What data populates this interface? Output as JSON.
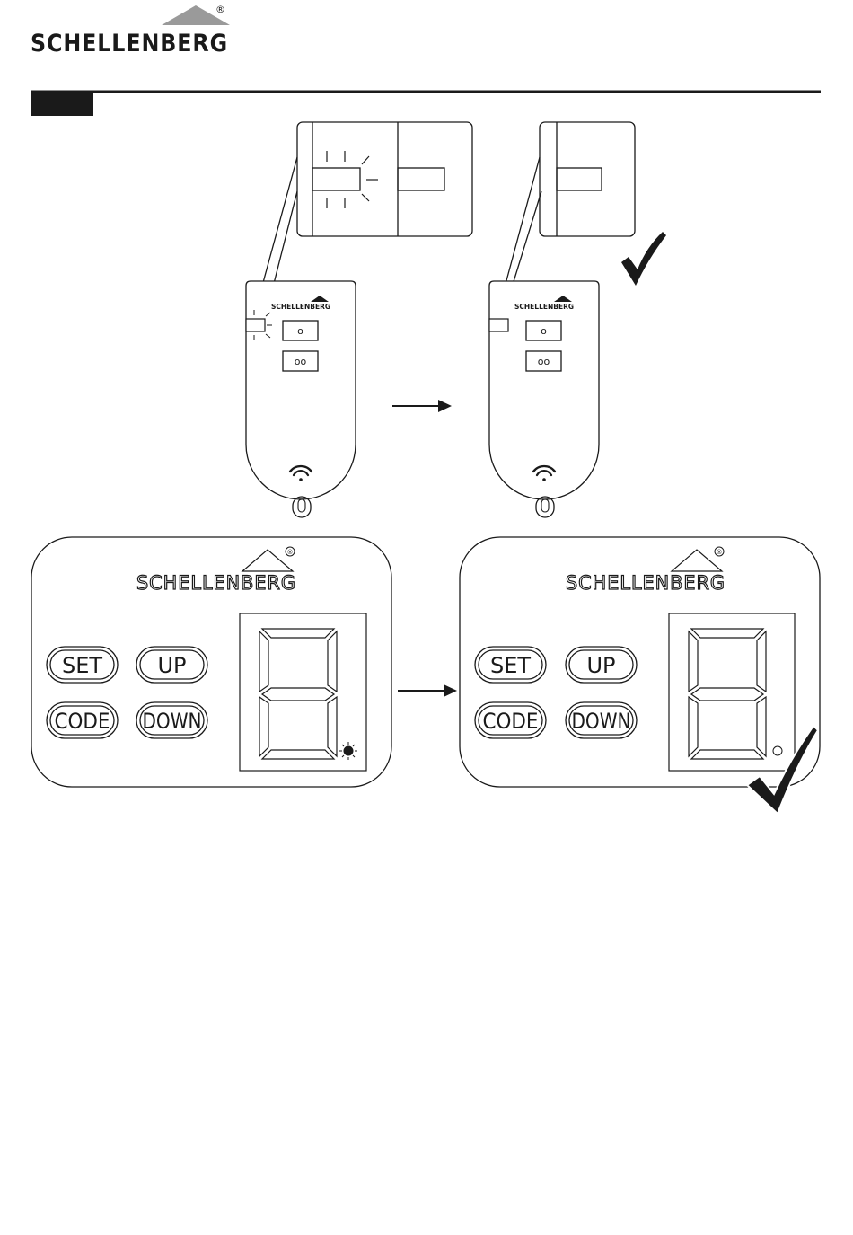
{
  "header": {
    "brand": "SCHELLENBERG",
    "registered_mark": "®"
  },
  "remotes": {
    "brand": "SCHELLENBERG",
    "button_single": "o",
    "button_double": "oo"
  },
  "panels": {
    "brand": "SCHELLENBERG",
    "registered_mark": "®",
    "buttons": {
      "set": "SET",
      "up": "UP",
      "code": "CODE",
      "down": "DOWN"
    }
  },
  "icons": {
    "logo": "house-roof-icon",
    "confirm": "checkmark-icon",
    "next_step": "arrow-right-icon",
    "radio": "wireless-signal-icon",
    "indicator": "led-icon",
    "display": "seven-segment-display-icon"
  },
  "colors": {
    "roof_logo": "#9a9a9a",
    "ink": "#1a1a1a",
    "section_tab": "#1a1a1a"
  }
}
